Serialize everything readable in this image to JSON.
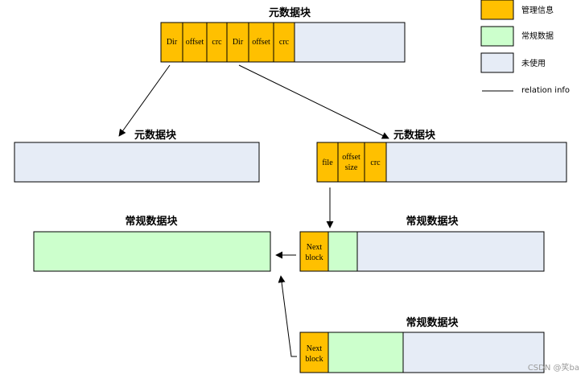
{
  "colors": {
    "management": "#FFC000",
    "regular": "#CCFFCC",
    "unused": "#E6ECF6",
    "border": "#000000",
    "line": "#000000"
  },
  "legend": {
    "management_label": "管理信息",
    "regular_label": "常规数据",
    "unused_label": "未使用",
    "relation_label": "relation info"
  },
  "top_block": {
    "title": "元数据块",
    "cells": [
      "Dir",
      "offset",
      "crc",
      "Dir",
      "offset",
      "crc"
    ]
  },
  "left_meta_block": {
    "title": "元数据块"
  },
  "right_meta_block": {
    "title": "元数据块",
    "cell_file": "file",
    "cell_offset": "offset",
    "cell_size": "size",
    "cell_crc": "crc"
  },
  "regular_block_left": {
    "title": "常规数据块"
  },
  "regular_block_right_1": {
    "title": "常规数据块",
    "next_line1": "Next",
    "next_line2": "block"
  },
  "regular_block_right_2": {
    "title": "常规数据块",
    "next_line1": "Next",
    "next_line2": "block"
  },
  "watermark": "CSDN @笑ba"
}
